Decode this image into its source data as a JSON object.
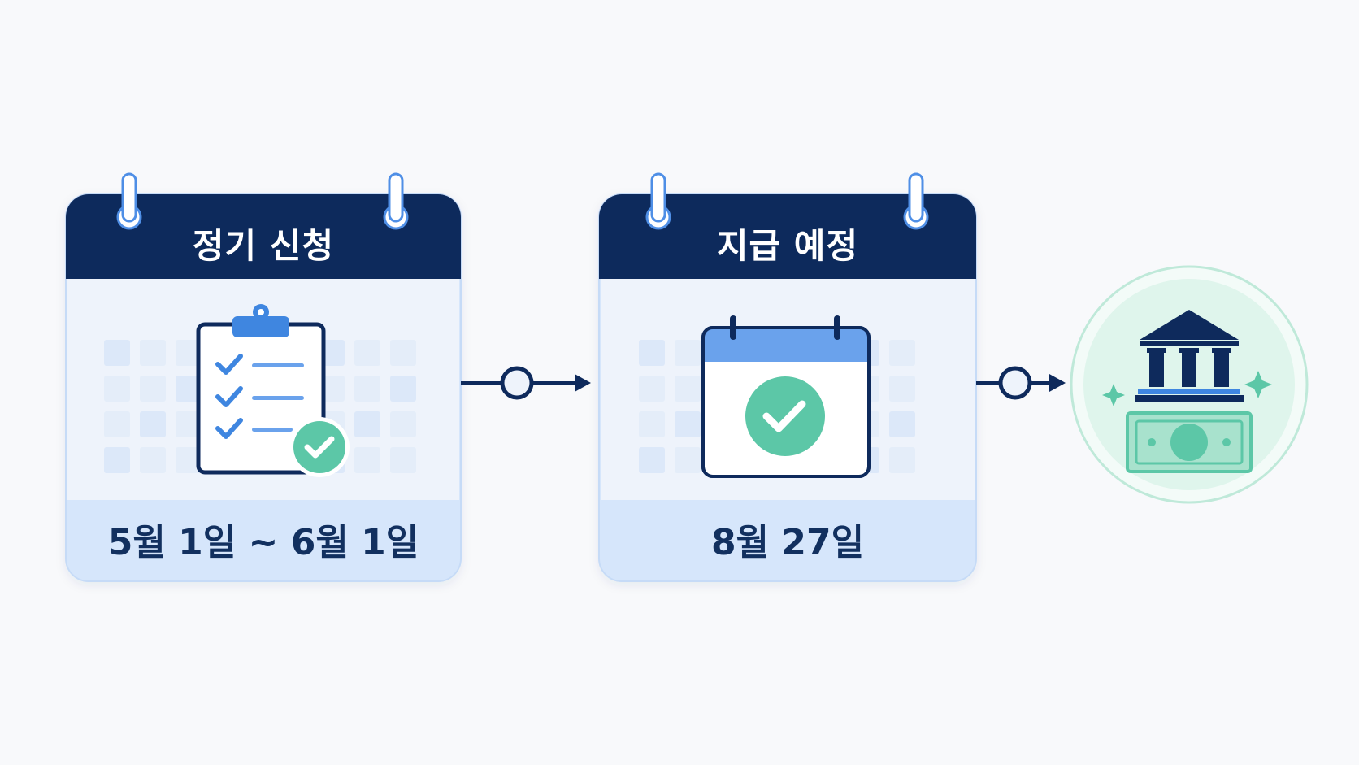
{
  "steps": [
    {
      "title": "정기 신청",
      "date": "5월 1일 ~ 6월 1일",
      "icon": "clipboard-checklist-icon"
    },
    {
      "title": "지급 예정",
      "date": "8월 27일",
      "icon": "calendar-check-icon"
    }
  ],
  "final": {
    "icon": "bank-money-icon"
  },
  "colors": {
    "navy": "#0e2a5c",
    "light_blue": "#d6e6fb",
    "panel": "#eef3fb",
    "accent_blue": "#3f86e0",
    "green": "#5cc7a7",
    "mint": "#dff5ec"
  }
}
